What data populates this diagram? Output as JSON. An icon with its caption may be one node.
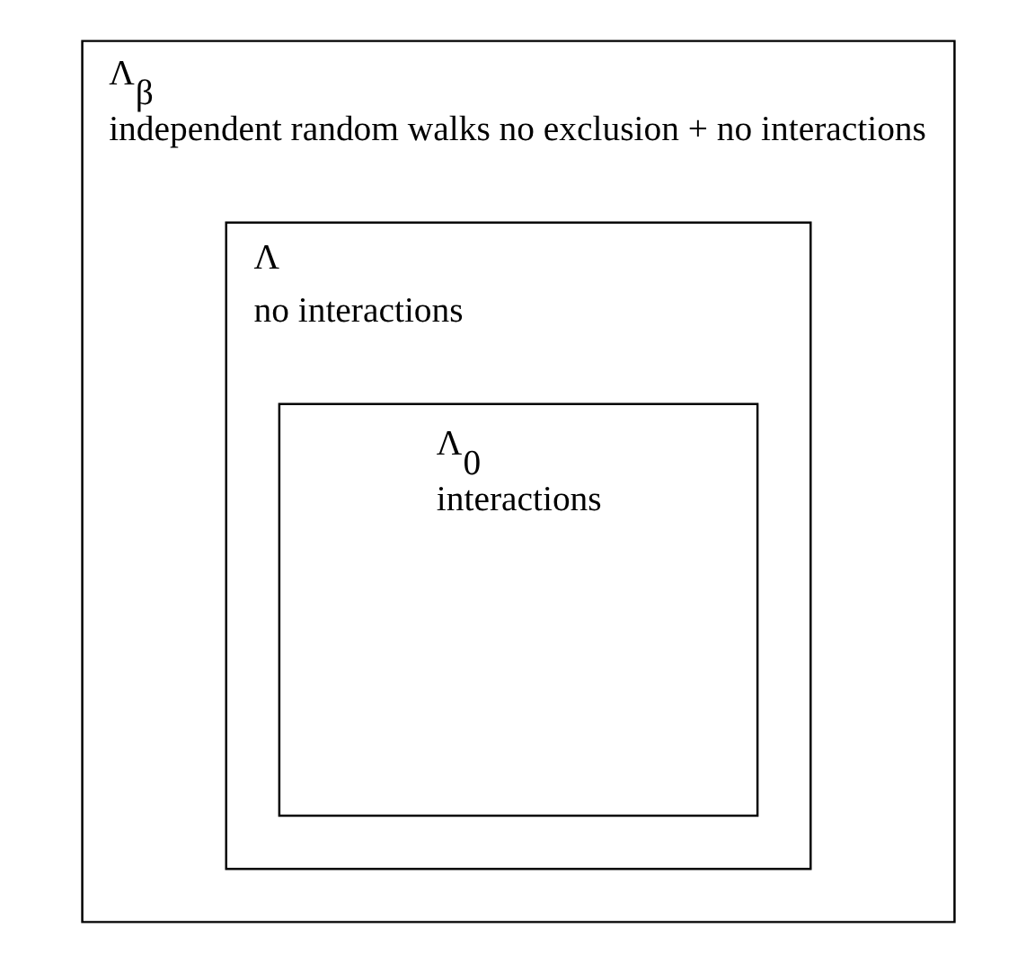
{
  "diagram": {
    "nodes": [
      {
        "text": [
          "Λ$_{β}$",
          "independent random walks no exclusion + no interactions"
        ]
      },
      {
        "text": [
          "Λ",
          "no interactions"
        ],
        "in": 0
      },
      {
        "text": [
          "Λ$_{0}$",
          "interactions"
        ],
        "in": 1
      }
    ]
  }
}
